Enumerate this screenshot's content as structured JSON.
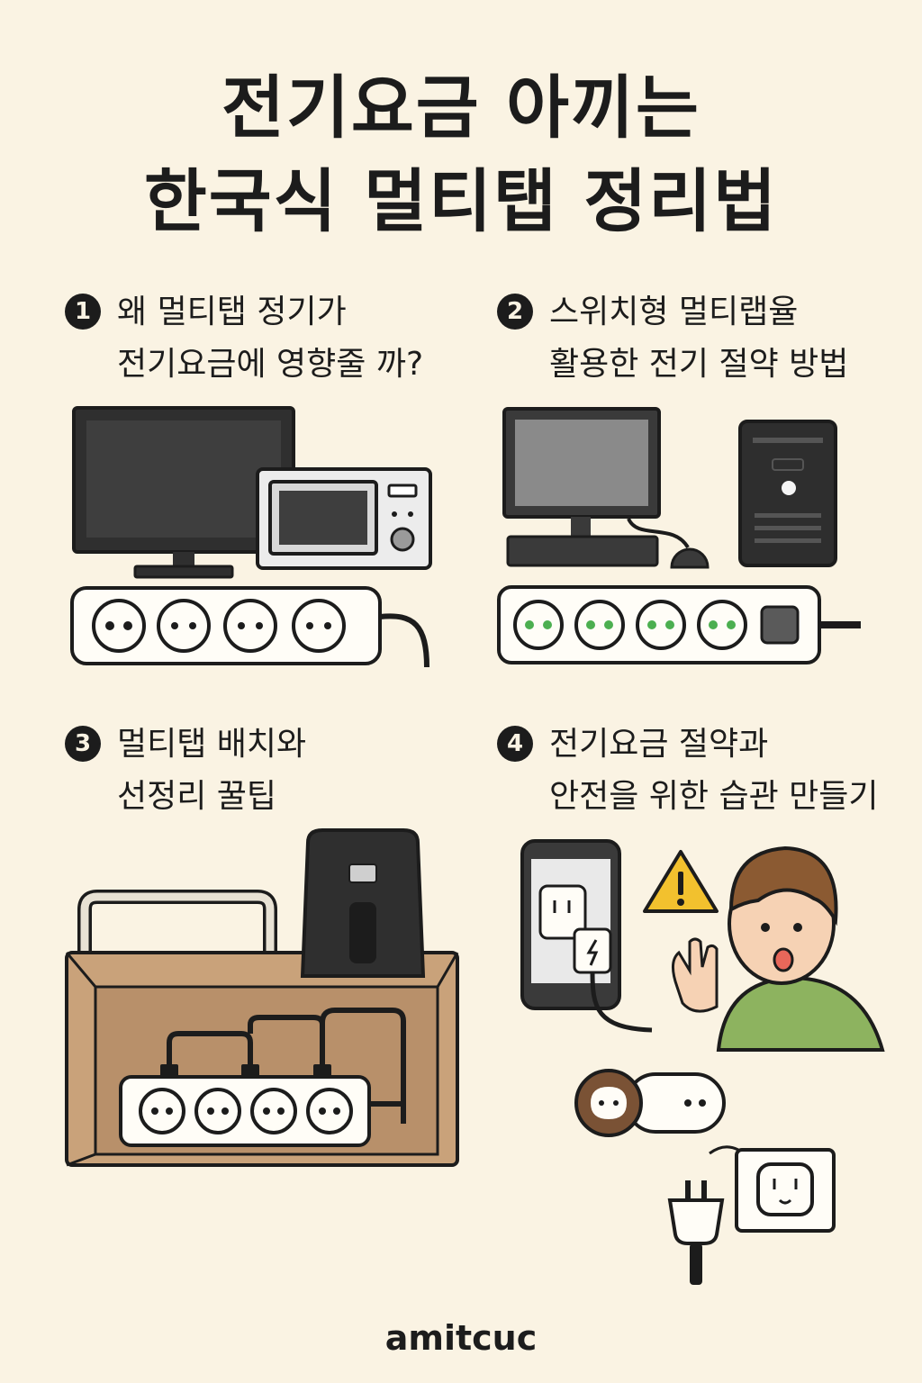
{
  "title": {
    "line1": "전기요금 아끼는",
    "line2": "한국식 멀티탭 정리법"
  },
  "sections": [
    {
      "number": "1",
      "line1": "왜  멀티탭 정기가",
      "line2": "전기요금에 영향줄 까?"
    },
    {
      "number": "2",
      "line1": "스위치형 멀티랩율",
      "line2": "활용한 전기 절약 방법"
    },
    {
      "number": "3",
      "line1": "멀티탭 배치와",
      "line2": "선정리 꿀팁"
    },
    {
      "number": "4",
      "line1": "전기요금 절약과",
      "line2": "안전을 위한 습관 만들기"
    }
  ],
  "footer": {
    "brand": "amitcuc"
  },
  "colors": {
    "background": "#faf3e3",
    "ink": "#1c1c1c",
    "box": "#c9a27a",
    "shirt": "#8db35f",
    "hair": "#8b5a32",
    "skin": "#f6d2b4",
    "warning": "#f2c12e",
    "led": "#4caf50"
  }
}
